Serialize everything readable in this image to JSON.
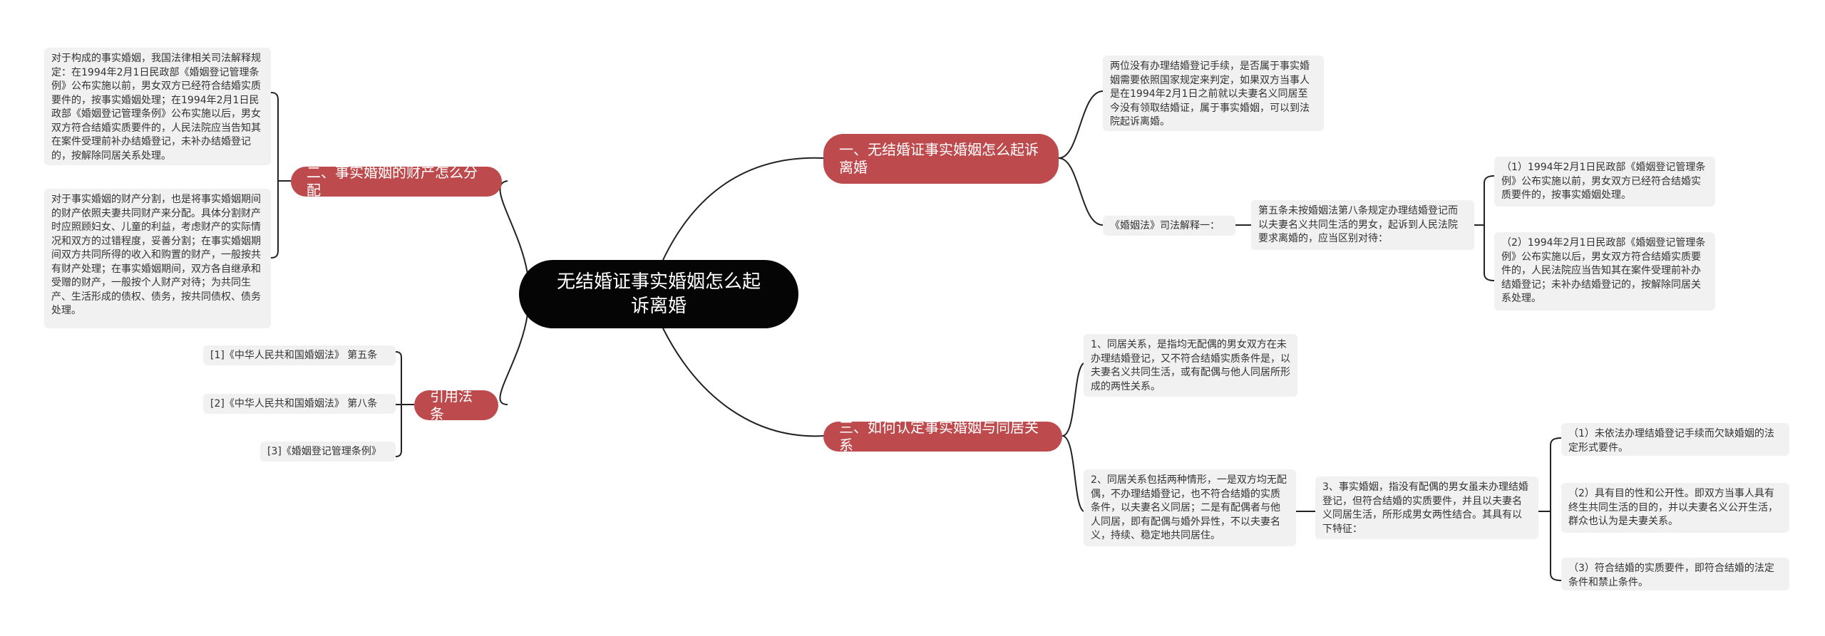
{
  "root": {
    "title": "无结婚证事实婚姻怎么起诉离婚"
  },
  "branches": {
    "b1": {
      "label": "一、无结婚证事实婚姻怎么起诉离婚",
      "desc": "两位没有办理结婚登记手续，是否属于事实婚姻需要依照国家规定来判定，如果双方当事人是在1994年2月1日之前就以夫妻名义同居至今没有领取结婚证，属于事实婚姻，可以到法院起诉离婚。",
      "law_label": "《婚姻法》司法解释一：",
      "law_text": "第五条未按婚姻法第八条规定办理结婚登记而以夫妻名义共同生活的男女，起诉到人民法院要求离婚的，应当区别对待：",
      "items": [
        "（1）1994年2月1日民政部《婚姻登记管理条例》公布实施以前，男女双方已经符合结婚实质要件的，按事实婚姻处理。",
        "（2）1994年2月1日民政部《婚姻登记管理条例》公布实施以后，男女双方符合结婚实质要件的，人民法院应当告知其在案件受理前补办结婚登记；未补办结婚登记的，按解除同居关系处理。"
      ]
    },
    "b2": {
      "label": "二、事实婚姻的财产怎么分配",
      "texts": [
        "对于构成的事实婚姻，我国法律相关司法解释规定：在1994年2月1日民政部《婚姻登记管理条例》公布实施以前，男女双方已经符合结婚实质要件的，按事实婚姻处理；在1994年2月1日民政部《婚姻登记管理条例》公布实施以后，男女双方符合结婚实质要件的，人民法院应当告知其在案件受理前补办结婚登记，未补办结婚登记的，按解除同居关系处理。",
        "对于事实婚姻的财产分割，也是将事实婚姻期间的财产依照夫妻共同财产来分配。具体分割财产时应照顾妇女、儿童的利益，考虑财产的实际情况和双方的过错程度，妥善分割；在事实婚姻期间双方共同所得的收入和购置的财产，一般按共有财产处理；在事实婚姻期间，双方各自继承和受赠的财产，一般按个人财产对待；为共同生产、生活形成的债权、债务，按共同债权、债务处理。"
      ]
    },
    "b3": {
      "label": "三、如何认定事实婚姻与同居关系",
      "item1": "1、同居关系，是指均无配偶的男女双方在未办理结婚登记，又不符合结婚实质条件是，以夫妻名义共同生活，或有配偶与他人同居所形成的两性关系。",
      "item2": "2、同居关系包括两种情形，一是双方均无配偶，不办理结婚登记，也不符合结婚的实质条件，以夫妻名义同居；二是有配偶者与他人同居，即有配偶与婚外异性，不以夫妻名义，持续、稳定地共同居住。",
      "item3": "3、事实婚姻，指没有配偶的男女虽未办理结婚登记，但符合结婚的实质要件，并且以夫妻名义同居生活，所形成男女两性结合。其具有以下特征：",
      "features": [
        "（1）未依法办理结婚登记手续而欠缺婚姻的法定形式要件。",
        "（2）具有目的性和公开性。即双方当事人具有终生共同生活的目的，并以夫妻名义公开生活，群众也认为是夫妻关系。",
        "（3）符合结婚的实质要件，即符合结婚的法定条件和禁止条件。"
      ]
    },
    "b4": {
      "label": "引用法条",
      "refs": [
        "[1]《中华人民共和国婚姻法》 第五条",
        "[2]《中华人民共和国婚姻法》 第八条",
        "[3]《婚姻登记管理条例》"
      ]
    }
  },
  "colors": {
    "branch": "#bd4b4e",
    "root": "#050505",
    "box": "#f1f1f1",
    "line": "#222222"
  }
}
